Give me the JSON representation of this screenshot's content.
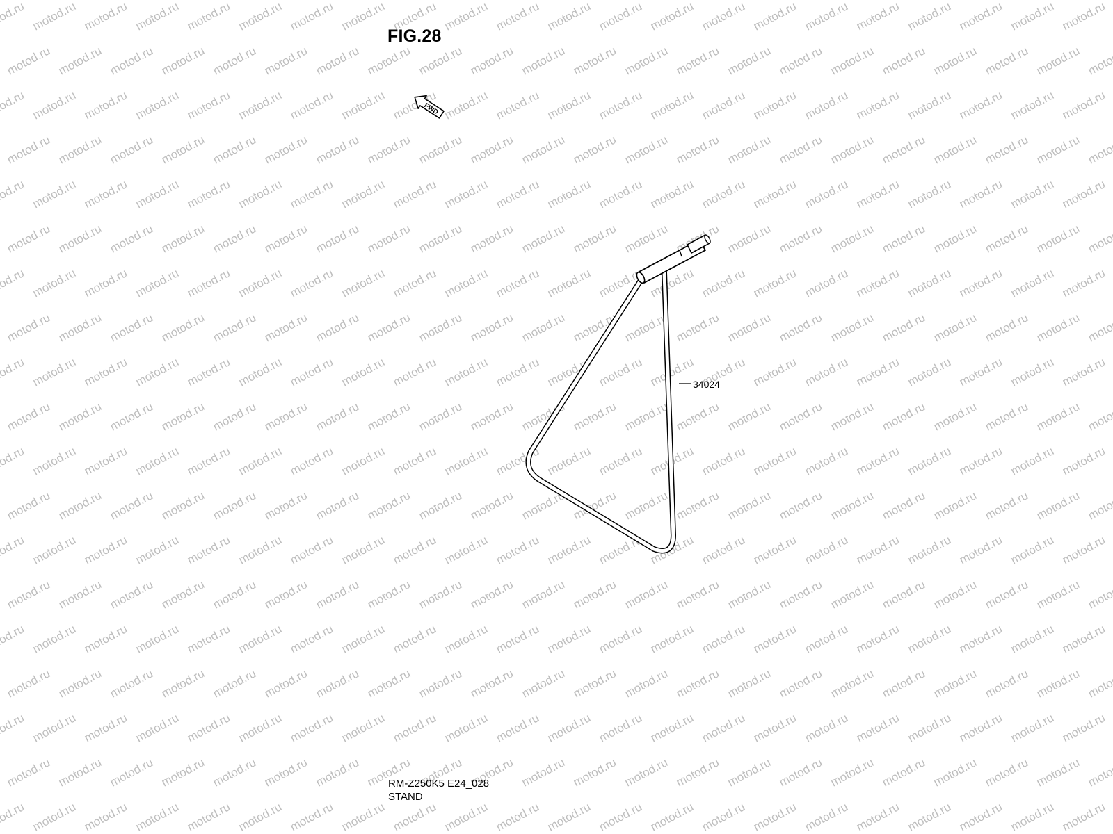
{
  "watermark": {
    "text": "motod.ru",
    "color": "#bdbdbd"
  },
  "figure": {
    "title": "FIG.28",
    "direction_marker": "FWD"
  },
  "parts": [
    {
      "number": "34024"
    }
  ],
  "footer": {
    "model_code": "RM-Z250K5 E24_028",
    "section_name": "STAND"
  }
}
